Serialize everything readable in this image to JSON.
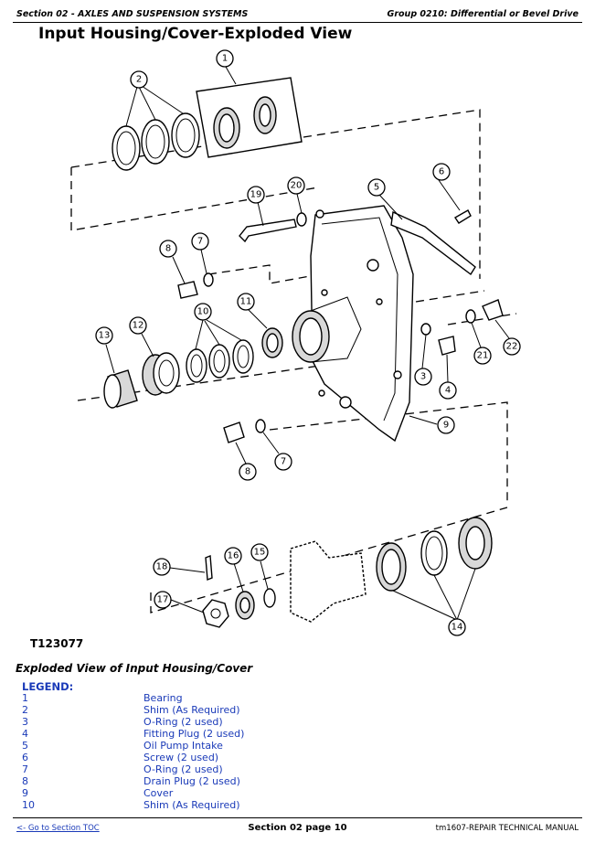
{
  "header": {
    "section": "Section 02 - AXLES AND SUSPENSION SYSTEMS",
    "group": "Group 0210: Differential or Bevel Drive"
  },
  "title": "Input Housing/Cover-Exploded View",
  "figure": {
    "id": "T123077",
    "callouts": [
      "1",
      "2",
      "3",
      "4",
      "5",
      "6",
      "7",
      "8",
      "9",
      "10",
      "11",
      "12",
      "13",
      "14",
      "15",
      "16",
      "17",
      "18",
      "19",
      "20",
      "21",
      "22"
    ]
  },
  "caption": "Exploded View of Input Housing/Cover",
  "legend": {
    "title": "LEGEND:",
    "items": [
      {
        "num": "1",
        "desc": "Bearing"
      },
      {
        "num": "2",
        "desc": "Shim (As Required)"
      },
      {
        "num": "3",
        "desc": "O-Ring (2 used)"
      },
      {
        "num": "4",
        "desc": "Fitting Plug (2 used)"
      },
      {
        "num": "5",
        "desc": "Oil Pump Intake"
      },
      {
        "num": "6",
        "desc": "Screw (2 used)"
      },
      {
        "num": "7",
        "desc": "O-Ring (2 used)"
      },
      {
        "num": "8",
        "desc": "Drain Plug (2 used)"
      },
      {
        "num": "9",
        "desc": "Cover"
      },
      {
        "num": "10",
        "desc": "Shim (As Required)"
      }
    ]
  },
  "footer": {
    "toc_link": "<- Go to Section TOC",
    "page": "Section 02 page 10",
    "manual": "tm1607-REPAIR TECHNICAL MANUAL"
  }
}
